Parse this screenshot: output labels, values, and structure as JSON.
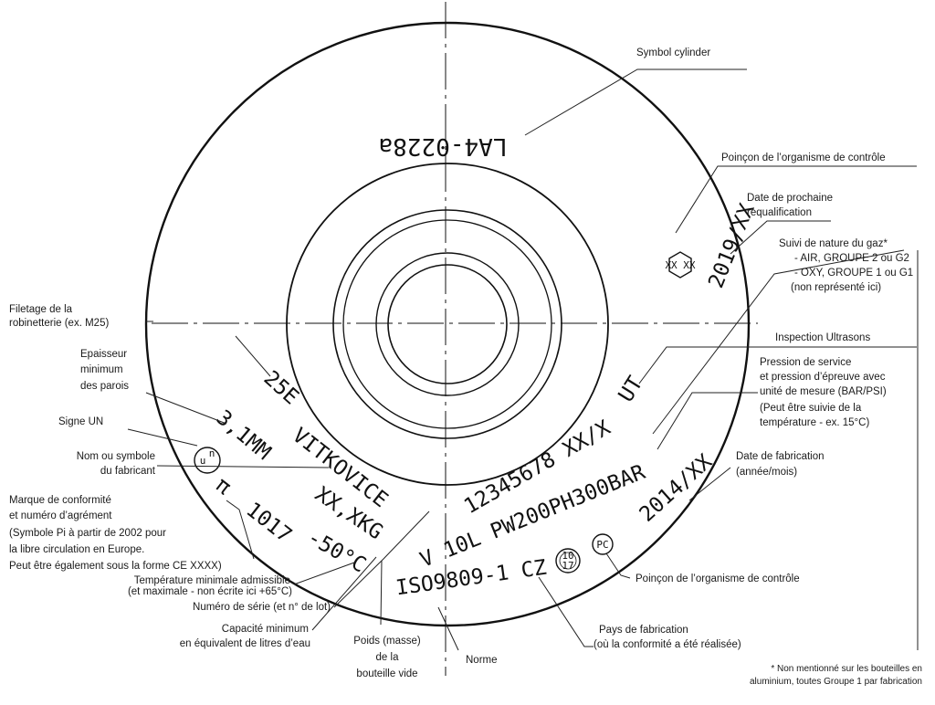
{
  "stamps": {
    "top_code": "LA4-0228a",
    "requal_date": "2019/XX",
    "test_pressure_code": "25E",
    "wall_thickness": "3,1MM",
    "manufacturer": "VITKOVICE",
    "serial": "12345678 XX/X",
    "ut": "UT",
    "pi_mark": "π",
    "approval_no": "1017",
    "min_temp": "-50°C",
    "weight": "XX,XKG",
    "pressures": "V 10L PW200PH300BAR",
    "mfg_date": "2014/XX",
    "standard": "ISO9809-1 CZ",
    "stamp_10": "10",
    "stamp_17": "17",
    "pc": "PC",
    "un_u": "u",
    "un_n": "n",
    "hex_mark": "XX XX"
  },
  "labels": {
    "symbol_cylinder": "Symbol cylinder",
    "poincon_top": "Poinçon de l’organisme de contrôle",
    "requal": [
      "Date de prochaine",
      "requalification"
    ],
    "gas": [
      "Suivi de nature du gaz*",
      "- AIR, GROUPE 2 ou G2",
      "- OXY, GROUPE 1 ou G1",
      "(non représenté ici)"
    ],
    "ultrasons": "Inspection Ultrasons",
    "pression": [
      "Pression de service",
      "et pression d’épreuve avec",
      "unité de mesure (BAR/PSI)",
      "(Peut être suivie de la",
      "température - ex. 15°C)"
    ],
    "fabrication": [
      "Date de fabrication",
      "(année/mois)"
    ],
    "poincon_bottom": "Poinçon de l’organisme de contrôle",
    "pays": [
      "Pays de fabrication",
      "(où la conformité a été réalisée)"
    ],
    "norme": "Norme",
    "poids": [
      "Poids (masse)",
      "de la",
      "bouteille vide"
    ],
    "capacite": [
      "Capacité minimum",
      "en équivalent de litres d’eau"
    ],
    "serie": "Numéro de série (et n° de lot)",
    "temperature": [
      "Température minimale admissible",
      "(et maximale - non écrite ici +65°C)"
    ],
    "marque": [
      "Marque de conformité",
      "et numéro d’agrément",
      "(Symbole Pi à partir de 2002 pour",
      "la libre circulation en Europe.",
      "Peut être également sous la forme CE XXXX)"
    ],
    "nom": [
      "Nom ou symbole",
      "du fabricant"
    ],
    "signe_un": "Signe UN",
    "epaisseur": [
      "Epaisseur",
      "minimum",
      "des parois"
    ],
    "filetage": [
      "Filetage de la",
      "robinetterie (ex. M25)"
    ],
    "footnote": [
      "* Non mentionné sur les bouteilles en",
      "aluminium, toutes Groupe 1  par fabrication"
    ]
  }
}
